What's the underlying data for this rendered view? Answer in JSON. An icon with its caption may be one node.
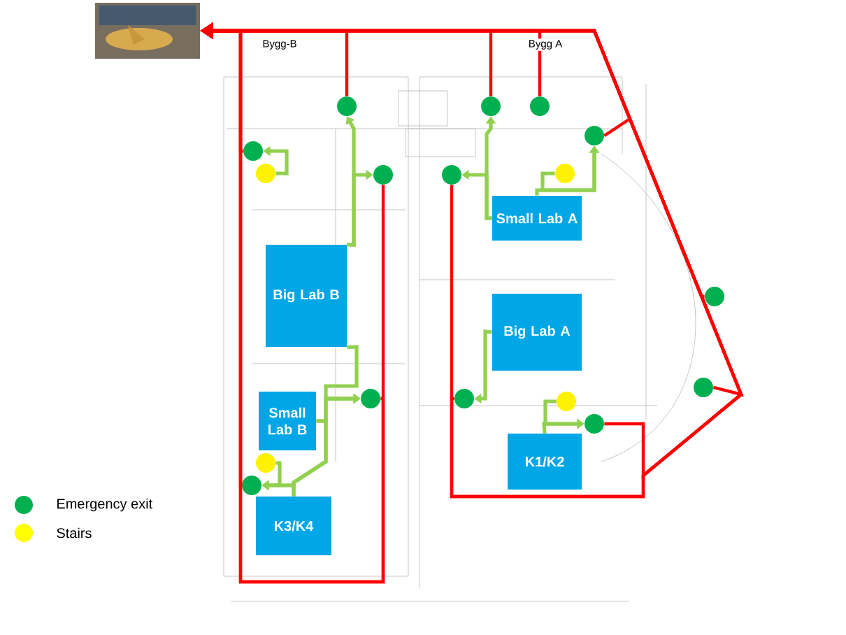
{
  "diagram": {
    "nodes": [
      {
        "text": [],
        "shape": "picture"
      },
      {
        "text": [
          "Big Lab B"
        ]
      },
      {
        "text": [
          "Small Lab B"
        ]
      },
      {
        "text": [
          "K3/K4"
        ]
      },
      {
        "text": [
          "Small Lab A"
        ]
      },
      {
        "text": [
          "Big Lab A"
        ]
      },
      {
        "text": [
          "K1/K2"
        ]
      },
      {
        "text": [],
        "shape": "circle"
      },
      {
        "text": [],
        "shape": "circle"
      },
      {
        "text": [],
        "shape": "circle"
      },
      {
        "text": [],
        "shape": "circle"
      },
      {
        "text": [],
        "shape": "circle"
      },
      {
        "text": [],
        "shape": "circle"
      },
      {
        "text": [],
        "shape": "circle"
      },
      {
        "text": [],
        "shape": "circle"
      },
      {
        "text": [],
        "shape": "circle"
      },
      {
        "text": [],
        "shape": "circle"
      },
      {
        "text": [],
        "shape": "circle"
      },
      {
        "text": [],
        "shape": "circle"
      },
      {
        "text": [],
        "shape": "circle"
      },
      {
        "text": [],
        "shape": "circle"
      },
      {
        "text": [],
        "shape": "circle"
      },
      {
        "text": [],
        "shape": "circle"
      },
      {
        "text": [],
        "shape": "circle"
      }
    ],
    "edges": [
      {
        "from": 20,
        "to": 11,
        "arrow": "to"
      },
      {
        "from": 1,
        "to": 7,
        "arrow": "to"
      },
      {
        "from": 1,
        "to": 12,
        "arrow": "to"
      },
      {
        "from": 1,
        "to": 15,
        "arrow": "to"
      },
      {
        "from": 2,
        "to": 15,
        "arrow": "to"
      },
      {
        "from": 2,
        "to": 19,
        "arrow": "to"
      },
      {
        "from": 3,
        "to": 15,
        "arrow": "to"
      },
      {
        "from": 3,
        "to": 19,
        "arrow": "to"
      },
      {
        "from": 23,
        "to": 19,
        "arrow": "to"
      },
      {
        "from": 4,
        "to": 8,
        "arrow": "to"
      },
      {
        "from": 4,
        "to": 13,
        "arrow": "to"
      },
      {
        "from": 4,
        "to": 10,
        "arrow": "to"
      },
      {
        "from": 21,
        "to": 10,
        "arrow": "to"
      },
      {
        "from": 5,
        "to": 16,
        "arrow": "to"
      },
      {
        "from": 6,
        "to": 18,
        "arrow": "to"
      },
      {
        "from": 22,
        "to": 18,
        "arrow": "to"
      },
      {
        "from": 7,
        "to": 0,
        "arrow": "to",
        "color": "#ff0000"
      },
      {
        "from": 8,
        "to": 0,
        "arrow": "to",
        "color": "#ff0000"
      },
      {
        "from": 9,
        "to": 0,
        "arrow": "to",
        "color": "#ff0000"
      },
      {
        "from": 10,
        "to": 0,
        "arrow": "to",
        "color": "#ff0000"
      },
      {
        "from": 11,
        "to": 0,
        "arrow": "to",
        "color": "#ff0000"
      },
      {
        "from": 19,
        "to": 0,
        "arrow": "to",
        "color": "#ff0000"
      },
      {
        "from": 12,
        "to": 0,
        "arrow": "to",
        "color": "#ff0000"
      },
      {
        "from": 15,
        "to": 0,
        "arrow": "to",
        "color": "#ff0000"
      },
      {
        "from": 13,
        "to": 0,
        "arrow": "to",
        "color": "#ff0000"
      },
      {
        "from": 16,
        "to": 0,
        "arrow": "to",
        "color": "#ff0000"
      },
      {
        "from": 14,
        "to": 0,
        "arrow": "to",
        "color": "#ff0000"
      },
      {
        "from": 17,
        "to": 0,
        "arrow": "to",
        "color": "#ff0000"
      },
      {
        "from": 18,
        "to": 0,
        "arrow": "to",
        "color": "#ff0000"
      }
    ],
    "labels": [
      "Bygg-B",
      "Bygg A"
    ],
    "legend": [
      {
        "text": "Emergency exit",
        "color": "#00b050"
      },
      {
        "text": "Stairs",
        "color": "#ffff00"
      }
    ]
  }
}
